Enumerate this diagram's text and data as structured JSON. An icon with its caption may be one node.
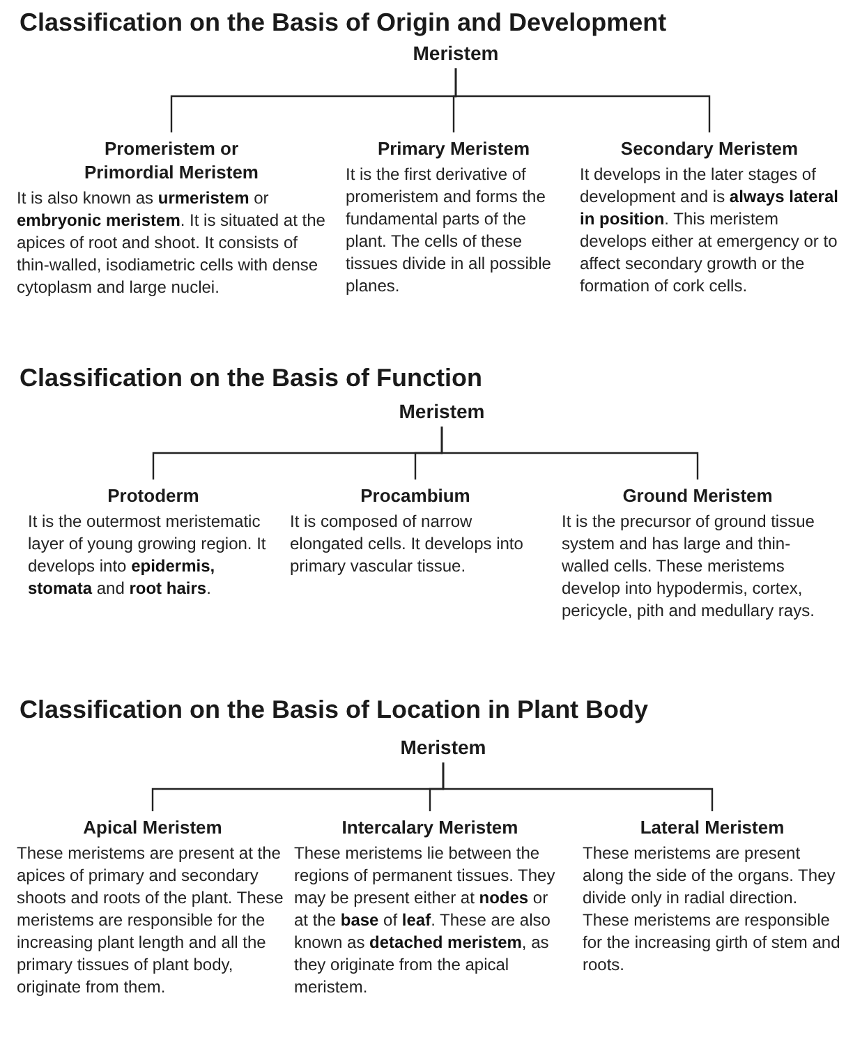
{
  "diagram": {
    "nodes": [
      {
        "text": [
          "Meristem"
        ]
      },
      {
        "text": [
          "Promeristem or Primordial Meristem",
          "It is also known as **urmeristem** or **embryonic meristem**. It is situated at the apices of root and shoot. It consists of thin-walled, isodiametric cells with dense cytoplasm and large nuclei."
        ]
      },
      {
        "text": [
          "Primary Meristem",
          "It is the first derivative of promeristem and forms the fundamental parts of the plant. The cells of these tissues divide in all possible planes."
        ]
      },
      {
        "text": [
          "Secondary Meristem",
          "It develops in the later stages of development and is **always lateral in position**. This meristem develops either at emergency or to affect secondary growth or the formation of cork cells."
        ]
      },
      {
        "text": [
          "Meristem"
        ]
      },
      {
        "text": [
          "Protoderm",
          "It is the outermost meristematic layer of young growing region. It develops into **epidermis, stomata** and **root hairs**."
        ]
      },
      {
        "text": [
          "Procambium",
          "It is composed of narrow elongated cells. It develops into primary vascular tissue."
        ]
      },
      {
        "text": [
          "Ground Meristem",
          "It is the precursor of ground tissue system and has large and thin-walled cells. These meristems develop into hypodermis, cortex, pericycle, pith and medullary rays."
        ]
      },
      {
        "text": [
          "Meristem"
        ]
      },
      {
        "text": [
          "Apical Meristem",
          "These meristems are present at the apices of primary and secondary shoots and roots of the plant. These meristems are responsible for the increasing plant length and all the primary tissues of plant body, originate from them."
        ]
      },
      {
        "text": [
          "Intercalary Meristem",
          "These meristems lie between the regions of permanent tissues. They may be present either at **nodes** or at the **base** of **leaf**. These are also known as **detached meristem**, as they originate from the apical meristem."
        ]
      },
      {
        "text": [
          "Lateral Meristem",
          "These meristems are present along the side of the organs. They divide only in radial direction. These meristems are responsible for the increasing girth of stem and roots."
        ]
      }
    ],
    "edges": [
      {
        "from": 0,
        "to": 1,
        "arrow": "none"
      },
      {
        "from": 0,
        "to": 2,
        "arrow": "none"
      },
      {
        "from": 0,
        "to": 3,
        "arrow": "none"
      },
      {
        "from": 4,
        "to": 5,
        "arrow": "none"
      },
      {
        "from": 4,
        "to": 6,
        "arrow": "none"
      },
      {
        "from": 4,
        "to": 7,
        "arrow": "none"
      },
      {
        "from": 8,
        "to": 9,
        "arrow": "none"
      },
      {
        "from": 8,
        "to": 10,
        "arrow": "none"
      },
      {
        "from": 8,
        "to": 11,
        "arrow": "none"
      }
    ],
    "labels": [
      "Classification on the Basis of Origin and Development",
      "Classification on the Basis of Function",
      "Classification on the Basis of Location in Plant Body"
    ]
  }
}
